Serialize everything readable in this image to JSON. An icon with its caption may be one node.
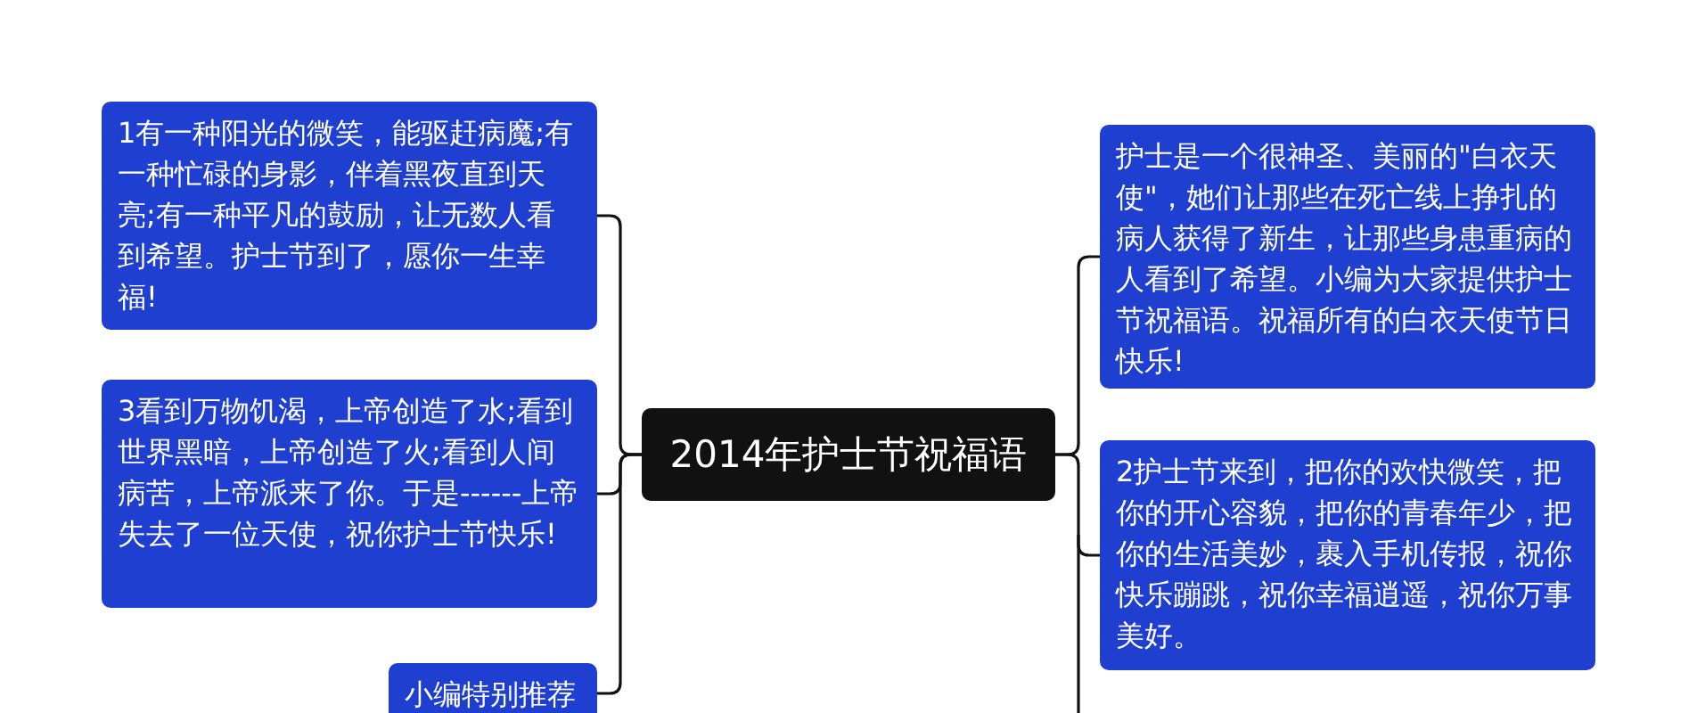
{
  "diagram": {
    "nodes": [
      {
        "text": [
          "2014年护士节祝福语"
        ]
      },
      {
        "text": [
          "1有一种阳光的微笑，能驱赶病魔;有一种忙碌的身影，伴着黑夜直到天亮;有一种平凡的鼓励，让无数人看到希望。护士节到了，愿你一生幸福!"
        ]
      },
      {
        "text": [
          "3看到万物饥渴，上帝创造了水;看到世界黑暗，上帝创造了火;看到人间病苦，上帝派来了你。于是------上帝失去了一位天使，祝你护士节快乐!"
        ]
      },
      {
        "text": [
          "小编特别推荐"
        ]
      },
      {
        "text": [
          "护士是一个很神圣、美丽的\"白衣天使\"，她们让那些在死亡线上挣扎的病人获得了新生，让那些身患重病的人看到了希望。小编为大家提供护士节祝福语。祝福所有的白衣天使节日快乐!"
        ]
      },
      {
        "text": [
          "2护士节来到，把你的欢快微笑，把你的开心容貌，把你的青春年少，把你的生活美妙，裹入手机传报，祝你快乐蹦跳，祝你幸福逍遥，祝你万事美好。"
        ]
      }
    ],
    "edges": [
      {
        "from": 0,
        "to": 1,
        "arrow": "none"
      },
      {
        "from": 0,
        "to": 2,
        "arrow": "none"
      },
      {
        "from": 0,
        "to": 3,
        "arrow": "none"
      },
      {
        "from": 0,
        "to": 4,
        "arrow": "none"
      },
      {
        "from": 0,
        "to": 5,
        "arrow": "none"
      }
    ]
  }
}
